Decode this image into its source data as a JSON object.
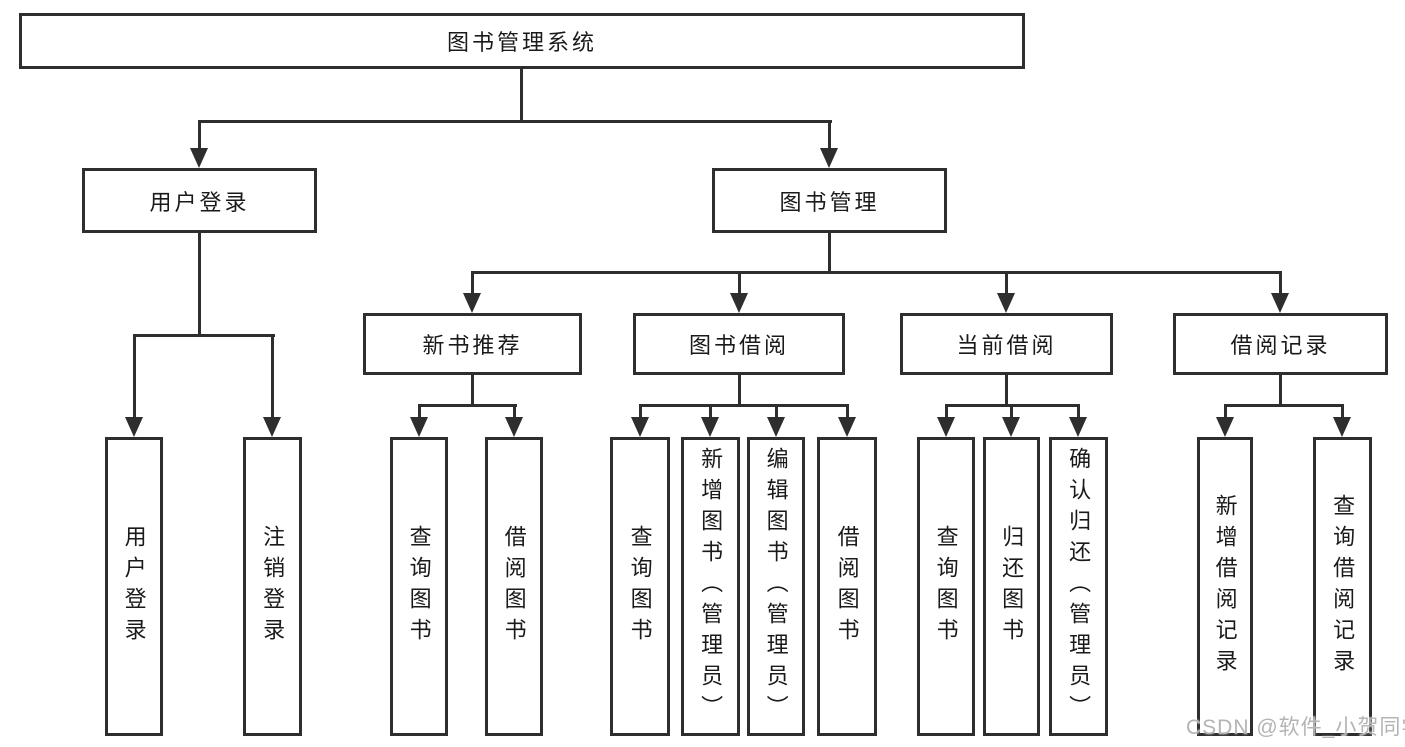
{
  "diagram": {
    "root": "图书管理系统",
    "branches": [
      {
        "label": "用户登录",
        "children": [
          "用户登录",
          "注销登录"
        ]
      },
      {
        "label": "图书管理",
        "groups": [
          {
            "label": "新书推荐",
            "children": [
              "查询图书",
              "借阅图书"
            ]
          },
          {
            "label": "图书借阅",
            "children": [
              "查询图书",
              "新增图书（管理员）",
              "编辑图书（管理员）",
              "借阅图书"
            ]
          },
          {
            "label": "当前借阅",
            "children": [
              "查询图书",
              "归还图书",
              "确认归还（管理员）"
            ]
          },
          {
            "label": "借阅记录",
            "children": [
              "新增借阅记录",
              "查询借阅记录"
            ]
          }
        ]
      }
    ]
  },
  "watermark": {
    "text": "CSDN @软件_小贺同学"
  },
  "colors": {
    "line": "#2e2e2e",
    "box_border": "#2e2e2e",
    "text": "#1a1a1a",
    "watermark": "#b4b4b4",
    "background": "#ffffff"
  }
}
